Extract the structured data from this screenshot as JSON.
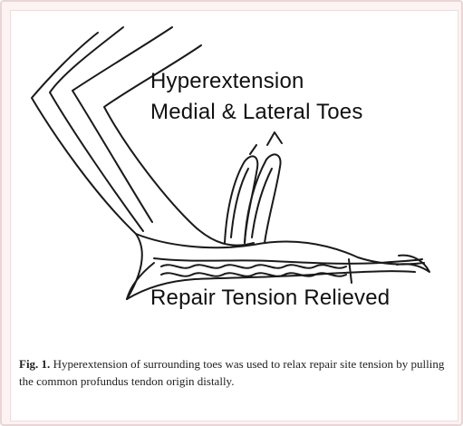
{
  "figure": {
    "label_top_line1": "Hyperextension",
    "label_top_line2": "Medial & Lateral Toes",
    "label_bottom": "Repair Tension Relieved"
  },
  "caption": {
    "figure_number": "Fig. 1.",
    "text": " Hyperextension of surrounding toes was used to relax repair site tension by pulling the common profundus tendon origin distally."
  },
  "colors": {
    "frame_background": "#fdf3f3",
    "line_art": "#1a1a1a"
  }
}
